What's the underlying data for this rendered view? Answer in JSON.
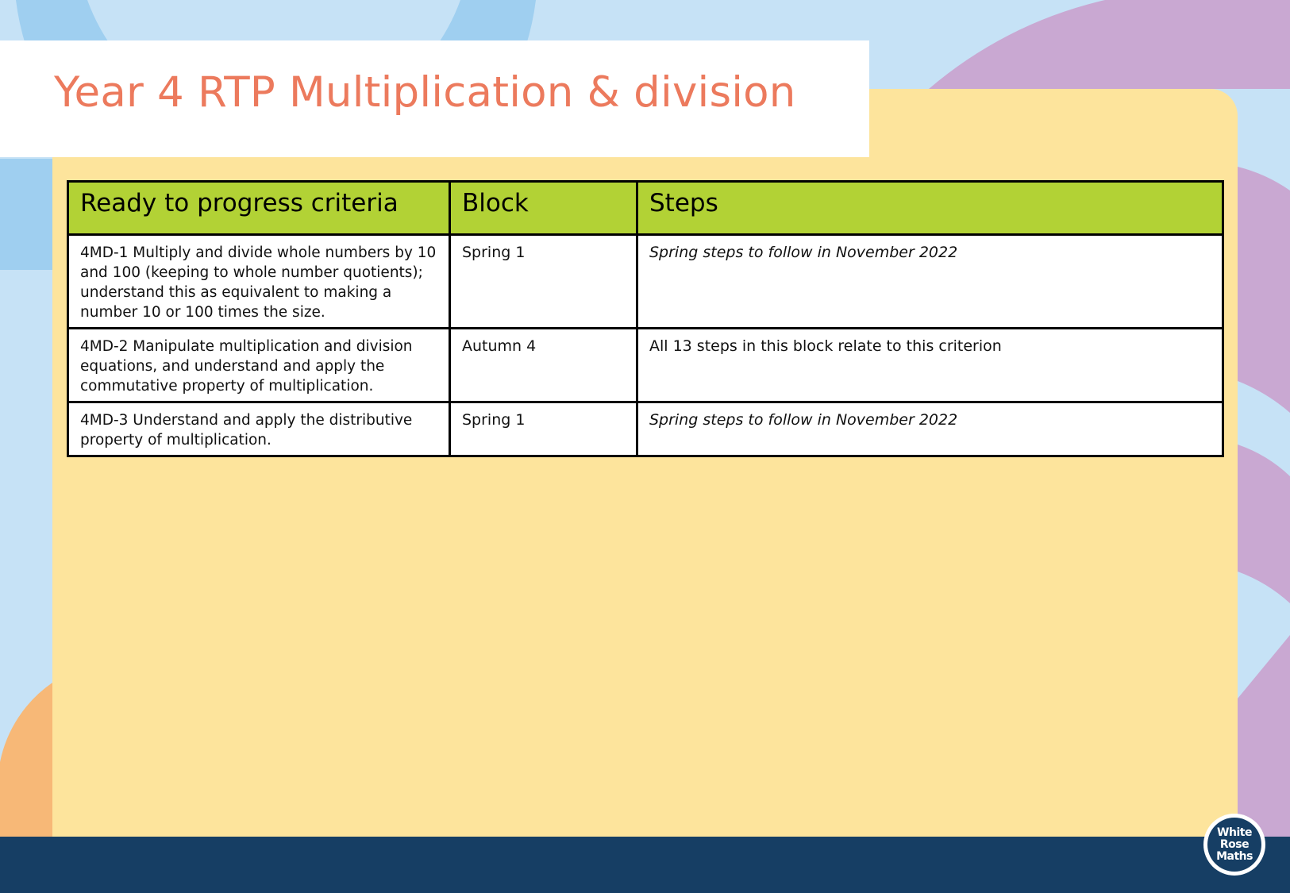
{
  "title": "Year 4 RTP Multiplication & division",
  "table": {
    "headers": [
      "Ready to progress criteria",
      "Block",
      "Steps"
    ],
    "rows": [
      {
        "criterion": "4MD-1 Multiply and divide whole numbers by 10 and 100 (keeping to whole number quotients); understand this as equivalent to making a number 10 or 100 times the size.",
        "block": "Spring 1",
        "steps": "Spring steps to follow in November 2022"
      },
      {
        "criterion": "4MD-2 Manipulate multiplication and division equations, and understand and apply the commutative property of multiplication.",
        "block": "Autumn 4",
        "steps": "All 13 steps in this block relate to this criterion"
      },
      {
        "criterion": "4MD-3 Understand and apply the distributive property of multiplication.",
        "block": "Spring 1",
        "steps": "Spring steps to follow in November 2022"
      }
    ]
  },
  "logo": {
    "line1": "White",
    "line2": "Rose",
    "line3": "Maths"
  },
  "colors": {
    "title": "#ec7a5d",
    "header_fill": "#b2d235",
    "panel": "#fde49c",
    "footer": "#163e64",
    "background": "#c6e2f6",
    "arc_blue": "#9fcff0",
    "arc_purple": "#c9a8d2",
    "arc_orange": "#f7b877"
  }
}
